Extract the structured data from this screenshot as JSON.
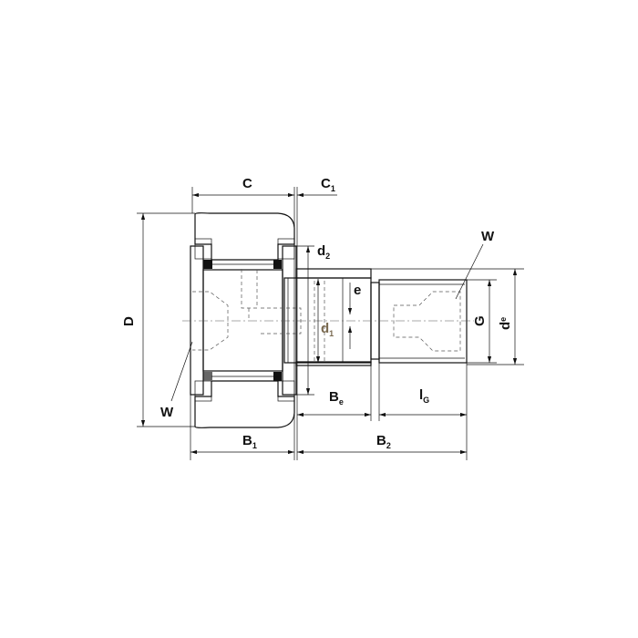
{
  "title": "Cam follower (stud type track roller) dimension drawing",
  "labels": {
    "C": "C",
    "C1": "C",
    "C1_sub": "1",
    "D": "D",
    "d2": "d",
    "d2_sub": "2",
    "e": "e",
    "d1": "d",
    "d1_sub": "1",
    "W_left": "W",
    "W_right": "W",
    "G": "G",
    "de": "d",
    "de_sub": "e",
    "Be": "B",
    "Be_sub": "e",
    "lG": "l",
    "lG_sub": "G",
    "B1": "B",
    "B1_sub": "1",
    "B2": "B",
    "B2_sub": "2"
  },
  "colors": {
    "line": "#111111",
    "hatch": "#444444",
    "seal": "#bbbbbb"
  }
}
